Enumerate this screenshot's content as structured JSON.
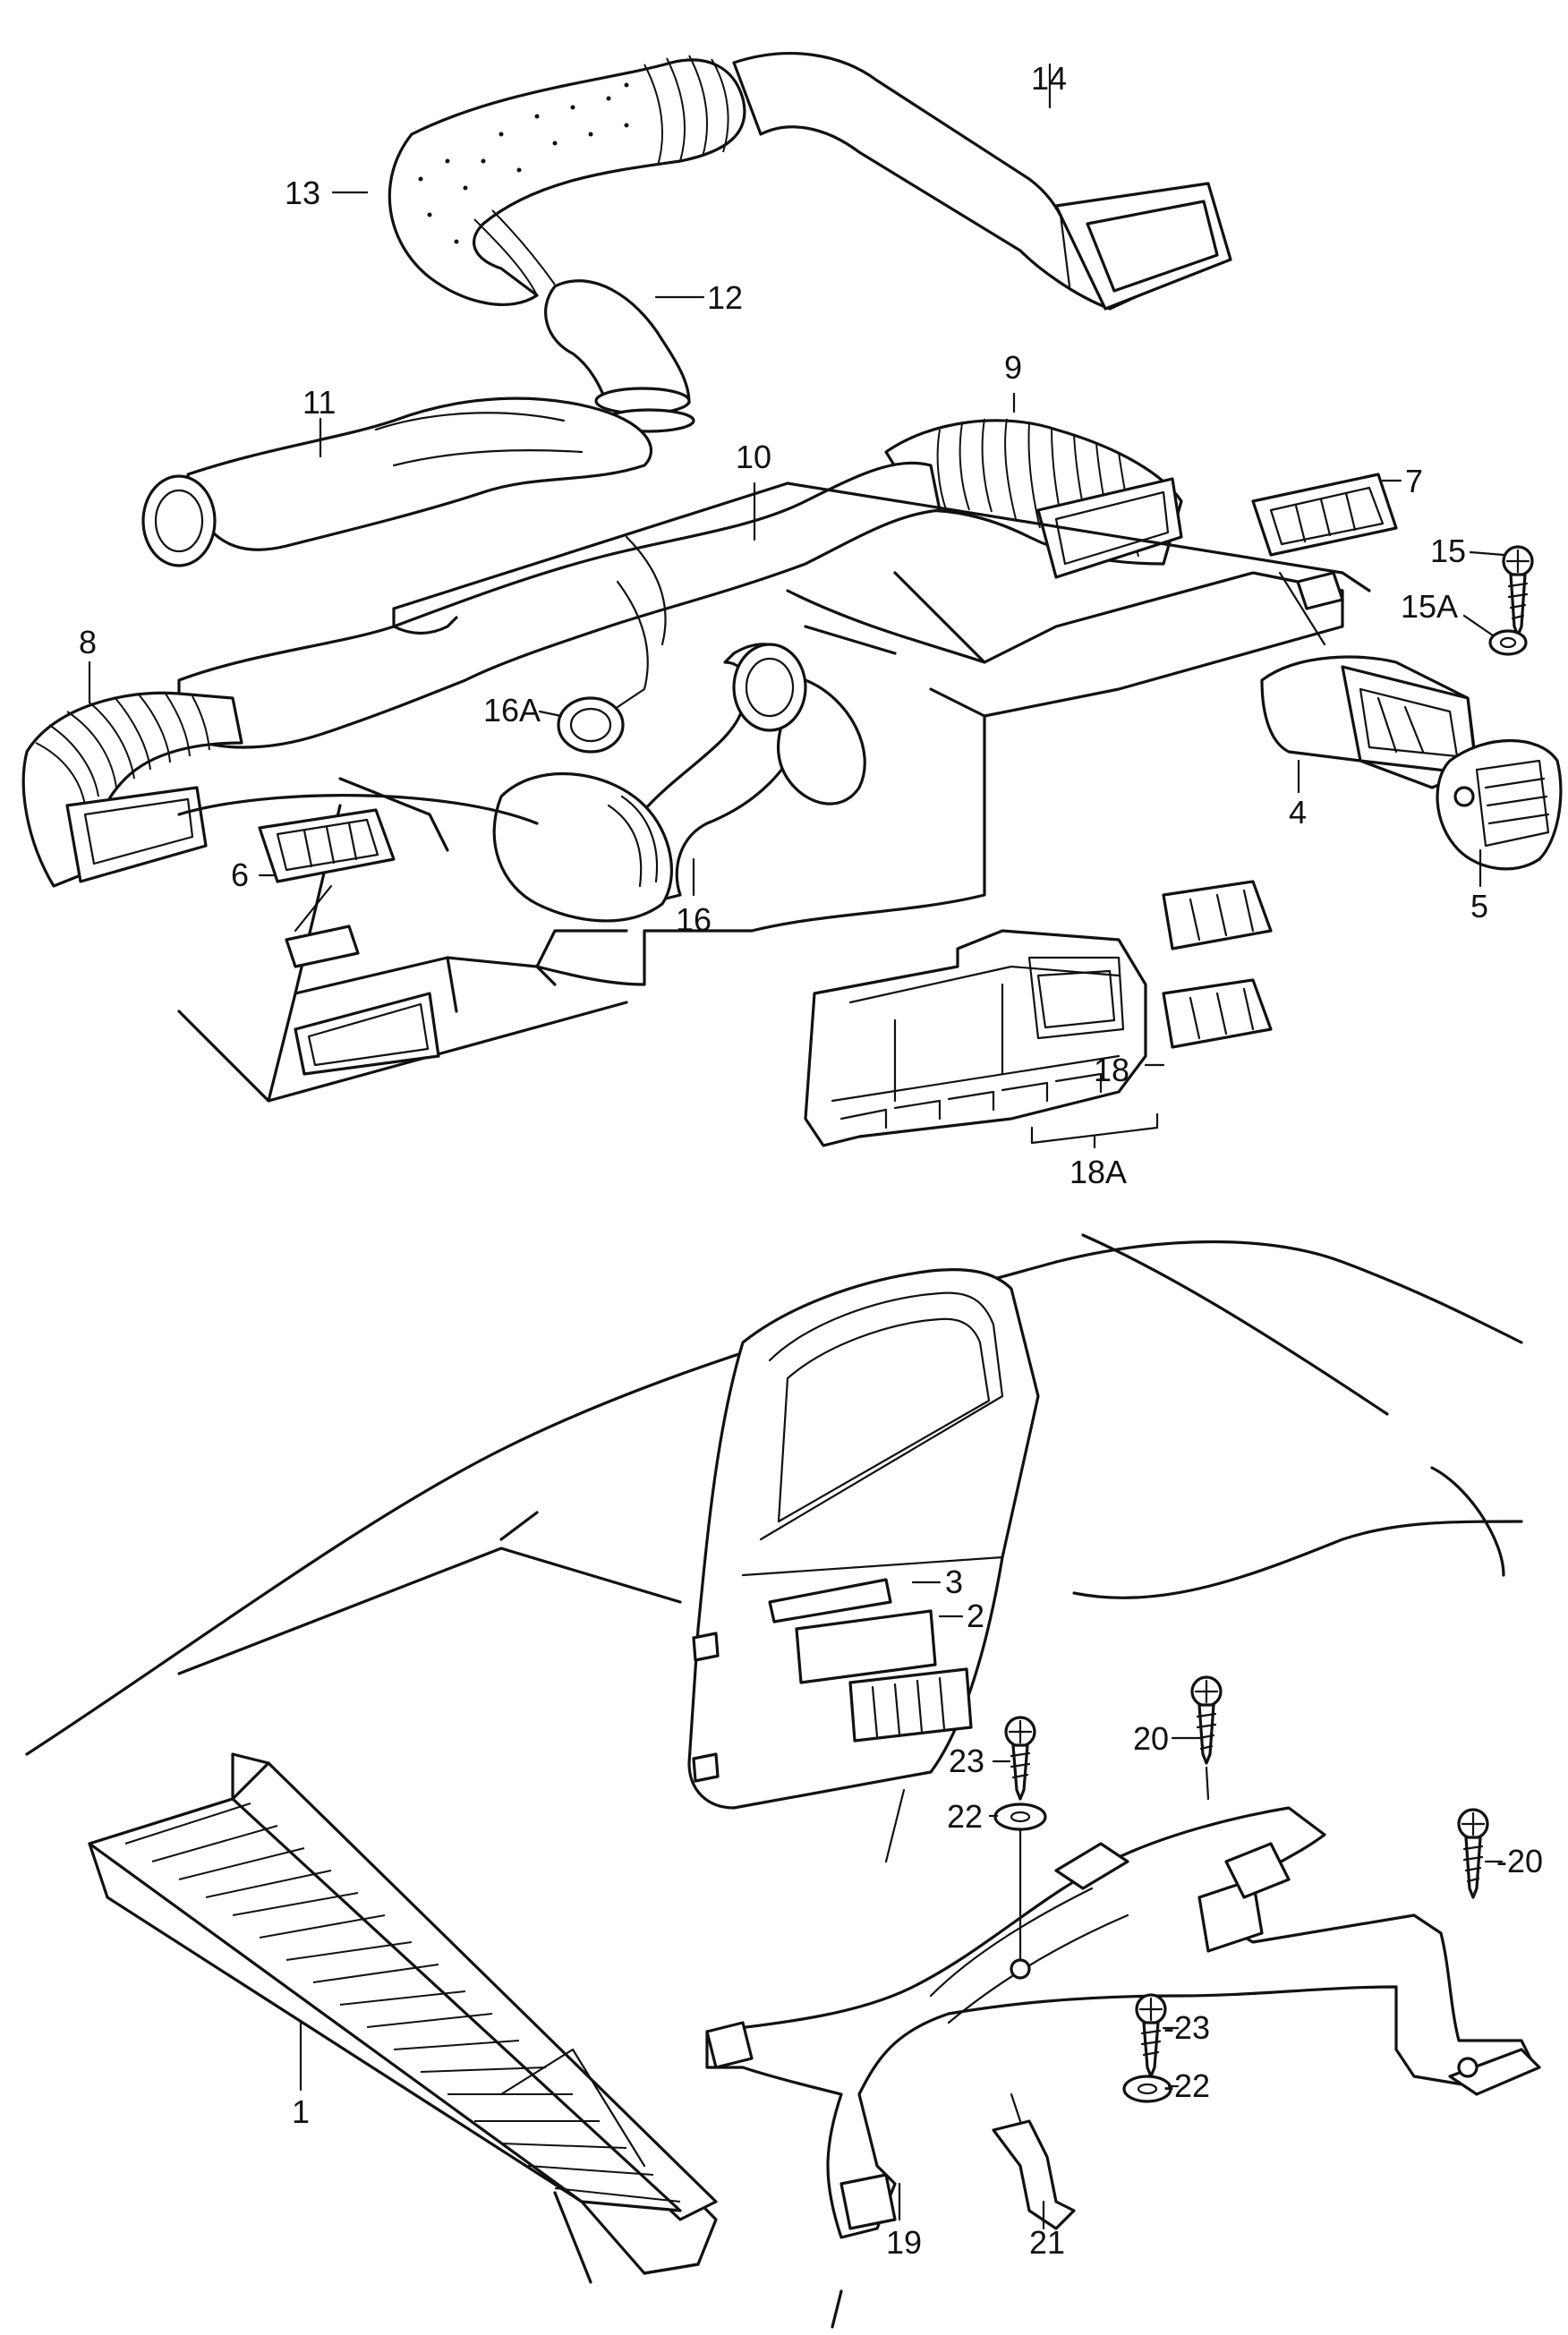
{
  "callouts": [
    {
      "id": "c14",
      "text": "14"
    },
    {
      "id": "c13",
      "text": "13"
    },
    {
      "id": "c12",
      "text": "12"
    },
    {
      "id": "c11",
      "text": "11"
    },
    {
      "id": "c9",
      "text": "9"
    },
    {
      "id": "c10",
      "text": "10"
    },
    {
      "id": "c7",
      "text": "7"
    },
    {
      "id": "c15",
      "text": "15"
    },
    {
      "id": "c15a",
      "text": "15A"
    },
    {
      "id": "c8",
      "text": "8"
    },
    {
      "id": "c16a",
      "text": "16A"
    },
    {
      "id": "c4",
      "text": "4"
    },
    {
      "id": "c5",
      "text": "5"
    },
    {
      "id": "c6",
      "text": "6"
    },
    {
      "id": "c16",
      "text": "16"
    },
    {
      "id": "c18",
      "text": "18"
    },
    {
      "id": "c18a",
      "text": "18A"
    },
    {
      "id": "c3",
      "text": "3"
    },
    {
      "id": "c2",
      "text": "2"
    },
    {
      "id": "c20a",
      "text": "20"
    },
    {
      "id": "c23a",
      "text": "23"
    },
    {
      "id": "c22a",
      "text": "22"
    },
    {
      "id": "c20b",
      "text": "-20"
    },
    {
      "id": "c23b",
      "text": "-23"
    },
    {
      "id": "c22b",
      "text": "-22"
    },
    {
      "id": "c1",
      "text": "1"
    },
    {
      "id": "c19",
      "text": "19"
    },
    {
      "id": "c21",
      "text": "21"
    }
  ]
}
